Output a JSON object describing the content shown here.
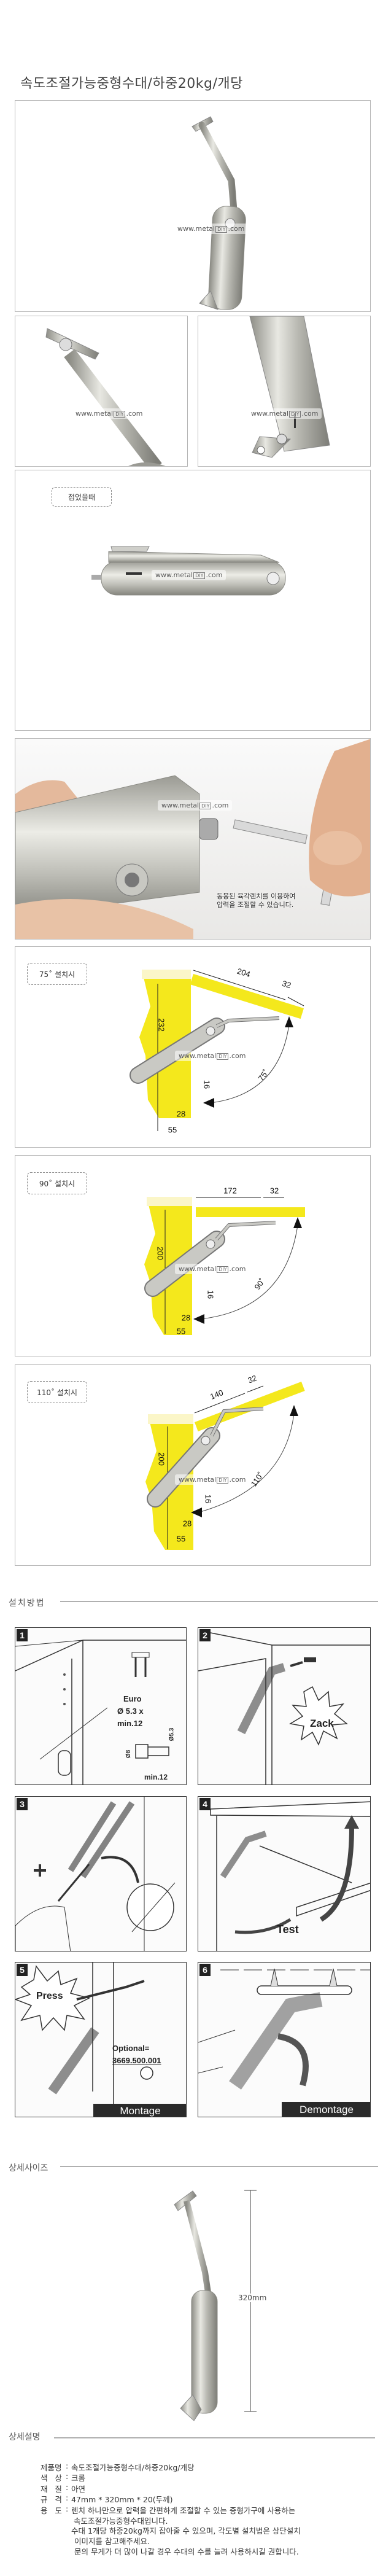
{
  "title": "속도조절가능중형수대/하중20kg/개당",
  "watermark": {
    "prefix": "www.metal",
    "logo": "DIY",
    "suffix": ".com"
  },
  "photos": {
    "folded_label": "접었을때",
    "wrench_caption": [
      "동봉된 육각렌치를 이용하여",
      "압력을 조절할 수 있습니다."
    ]
  },
  "diagrams": [
    {
      "label": "75˚ 설치시",
      "lid_long": "204",
      "lid_short": "32",
      "height": "232",
      "offset": "16",
      "inner": "28",
      "outer": "55",
      "angle": "75˚"
    },
    {
      "label": "90˚ 설치시",
      "lid_long": "172",
      "lid_short": "32",
      "height": "200",
      "offset": "16",
      "inner": "28",
      "outer": "55",
      "angle": "90˚"
    },
    {
      "label": "110˚ 설치시",
      "lid_long": "140",
      "lid_short": "32",
      "height": "200",
      "offset": "16",
      "inner": "28",
      "outer": "55",
      "angle": "110˚"
    }
  ],
  "install": {
    "heading": "설치방법",
    "panels": [
      {
        "number": "1",
        "texts": [
          "Euro",
          "Ø 5.3 x",
          "min.12",
          "Ø8",
          "Ø5.3",
          "min.12"
        ]
      },
      {
        "number": "2",
        "texts": [
          "Zack"
        ]
      },
      {
        "number": "3",
        "texts": []
      },
      {
        "number": "4",
        "texts": [
          "Test"
        ]
      },
      {
        "number": "5",
        "texts": [
          "Press",
          "Optional=",
          "3669.500.001",
          "Montage"
        ]
      },
      {
        "number": "6",
        "texts": [
          "Demontage"
        ]
      }
    ]
  },
  "size": {
    "heading": "상세사이즈",
    "length": "320mm"
  },
  "details": {
    "heading": "상세설명",
    "rows": [
      {
        "label": "제품명",
        "value": "속도조절가능중형수대/하중20kg/개당"
      },
      {
        "label": "색   상",
        "value": "크롬"
      },
      {
        "label": "재   질",
        "value": "아연"
      },
      {
        "label": "규   격",
        "value": "47mm * 320mm * 20(두께)"
      },
      {
        "label": "용   도",
        "value": "렌치 하나만으로 압력을 간편하게 조절할 수 있는 중형가구에 사용하는"
      }
    ],
    "continuation": [
      "속도조절가능중형수대입니다.",
      "수대 1개당 하중20kg까지 잡아줄 수 있으며, 각도별 설치법은 상단설치",
      "이미지를 참고해주세요.",
      "문의 무게가 더 많이 나갈 경우 수대의 수를 늘려 사용하시길 권합니다."
    ]
  },
  "colors": {
    "cabinet": "#f4e81c",
    "cabinet_top": "#fbf6c8",
    "border": "#b5b5b5",
    "metal": "#c9c9c4"
  }
}
